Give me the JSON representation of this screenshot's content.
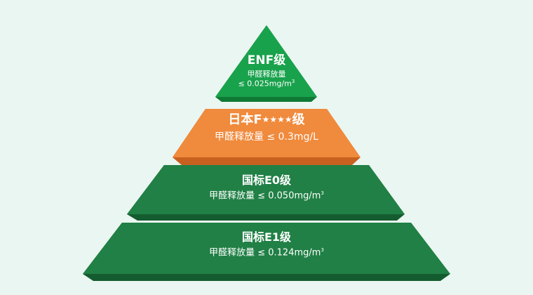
{
  "colors": {
    "background": "#eaf6f1",
    "tier_green_top": "#19a24c",
    "tier_green_top_edge": "#0f7a35",
    "tier_orange_top": "#f08a3c",
    "tier_orange_edge": "#c8611f",
    "tier_green_dark_top": "#208045",
    "tier_green_dark_edge": "#145c2f",
    "text": "#ffffff"
  },
  "tiers": [
    {
      "title": "ENF级",
      "desc_prefix": "甲醛释放量",
      "desc_value": "≤ 0.025mg/m",
      "desc_sup": "3"
    },
    {
      "title_prefix": "日本F",
      "title_stars": "★★★★",
      "title_suffix": "级",
      "desc_prefix": "甲醛释放量",
      "desc_value": " ≤ 0.3mg/L",
      "desc_sup": ""
    },
    {
      "title": "国标E0级",
      "desc_prefix": "甲醛释放量",
      "desc_value": " ≤ 0.050mg/m",
      "desc_sup": "3"
    },
    {
      "title": "国标E1级",
      "desc_prefix": "甲醛释放量",
      "desc_value": " ≤ 0.124mg/m",
      "desc_sup": "3"
    }
  ]
}
